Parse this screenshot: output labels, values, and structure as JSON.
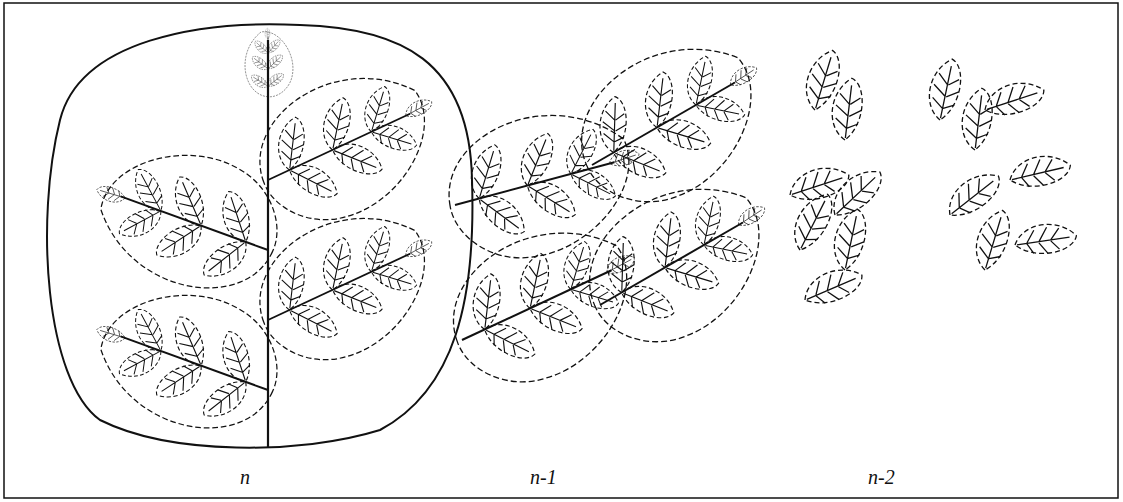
{
  "diagram": {
    "labels": [
      "n",
      "n-1",
      "n-2"
    ]
  }
}
